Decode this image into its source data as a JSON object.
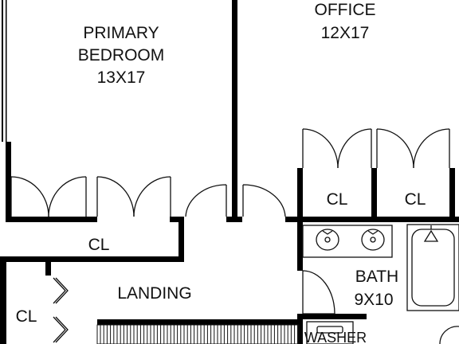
{
  "rooms": {
    "primary_bedroom": {
      "name_line1": "PRIMARY",
      "name_line2": "BEDROOM",
      "size": "13X17"
    },
    "office": {
      "name": "OFFICE",
      "size": "12X17"
    },
    "bath": {
      "name": "BATH",
      "size": "9X10"
    },
    "landing": {
      "name": "LANDING"
    }
  },
  "closets": {
    "bedroom_closet": "CL",
    "office_closet_left": "CL",
    "office_closet_right": "CL",
    "landing_closet": "CL"
  },
  "fixtures": {
    "washer": "WASHER"
  },
  "colors": {
    "wall": "#000000",
    "line": "#111111",
    "background": "#ffffff"
  }
}
